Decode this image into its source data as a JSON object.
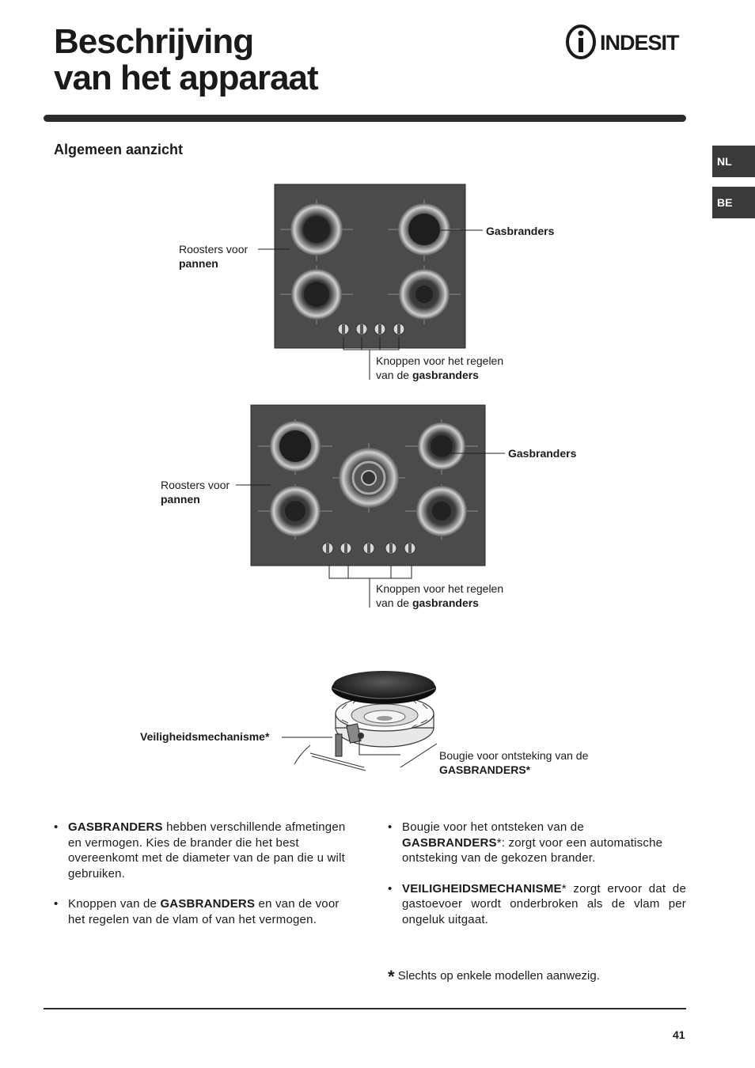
{
  "header": {
    "title_line1": "Beschrijving",
    "title_line2": "van het apparaat",
    "brand": "INDESIT"
  },
  "section_title": "Algemeen aanzicht",
  "language_tabs": [
    "NL",
    "BE"
  ],
  "figure1": {
    "label_gasbranders": "Gasbranders",
    "label_roosters_line1": "Roosters voor",
    "label_roosters_line2": "pannen",
    "label_knoppen_line1": "Knoppen voor het regelen",
    "label_knoppen_line2_plain": "van de ",
    "label_knoppen_line2_bold": "gasbranders"
  },
  "figure2": {
    "label_gasbranders": "Gasbranders",
    "label_roosters_line1": "Roosters voor",
    "label_roosters_line2": "pannen",
    "label_knoppen_line1": "Knoppen voor het regelen",
    "label_knoppen_line2_plain": "van de ",
    "label_knoppen_line2_bold": "gasbranders"
  },
  "figure3": {
    "label_veiligheid": "Veiligheidsmechanisme*",
    "label_bougie_line1": "Bougie voor ontsteking van de",
    "label_bougie_line2": "GASBRANDERS*"
  },
  "bullets_left": [
    {
      "bold": "GASBRANDERS",
      "text": " hebben verschillende afmetingen en vermogen. Kies de brander die het best overeenkomt met de diameter van de pan die u wilt gebruiken."
    },
    {
      "prefix": "Knoppen van de ",
      "bold": "GASBRANDERS",
      "text": " en van de voor het regelen van de vlam of van het vermogen."
    }
  ],
  "bullets_right": [
    {
      "prefix": "Bougie voor het ontsteken van de ",
      "bold": "GASBRANDERS",
      "text": "*: zorgt voor een automatische ontsteking van de gekozen brander."
    },
    {
      "bold": "VEILIGHEIDSMECHANISME",
      "text": "* zorgt ervoor dat de gastoevoer wordt onderbroken als de vlam per ongeluk uitgaat."
    }
  ],
  "footnote": {
    "star": "*",
    "text": " Slechts op enkele modellen aanwezig."
  },
  "page_number": "41",
  "colors": {
    "hob_glass": "#4b4b4b",
    "tab_bg": "#3a3a3a",
    "rule": "#2b2b2b"
  }
}
